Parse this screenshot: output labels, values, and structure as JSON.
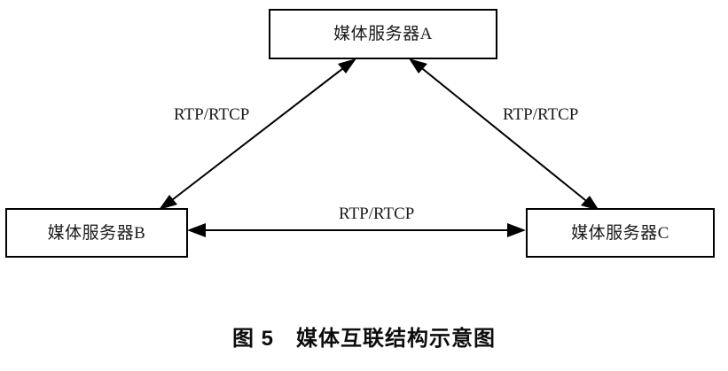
{
  "figure": {
    "caption": "图 5　媒体互联结构示意图",
    "caption_number": "图 5",
    "caption_title": "媒体互联结构示意图",
    "background_color": "#ffffff",
    "line_color": "#000000",
    "text_color": "#1a1a1a"
  },
  "nodes": [
    {
      "id": "a",
      "label": "媒体服务器A",
      "shape": "rectangle"
    },
    {
      "id": "b",
      "label": "媒体服务器B",
      "shape": "rectangle"
    },
    {
      "id": "c",
      "label": "媒体服务器C",
      "shape": "rectangle"
    }
  ],
  "edges": [
    {
      "id": "ab",
      "from": "媒体服务器B",
      "to": "媒体服务器A",
      "label": "RTP/RTCP",
      "direction": "bidirectional",
      "style": "solid-diagonal"
    },
    {
      "id": "ac",
      "from": "媒体服务器A",
      "to": "媒体服务器C",
      "label": "RTP/RTCP",
      "direction": "bidirectional",
      "style": "solid-diagonal"
    },
    {
      "id": "bc",
      "from": "媒体服务器B",
      "to": "媒体服务器C",
      "label": "RTP/RTCP",
      "direction": "bidirectional",
      "style": "solid-horizontal"
    }
  ]
}
